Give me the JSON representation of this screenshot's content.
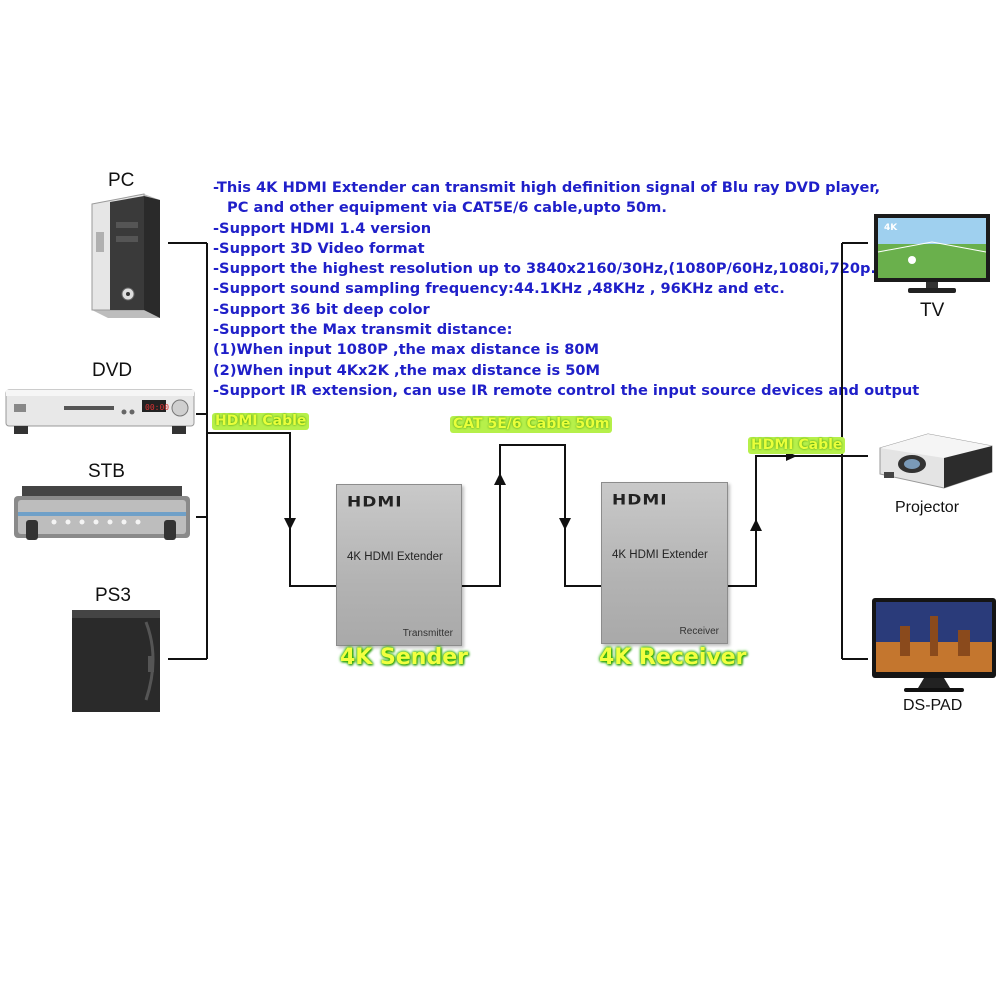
{
  "features": [
    "-This 4K HDMI Extender can transmit high definition signal of Blu ray DVD player,",
    "PC and other equipment via CAT5E/6 cable,upto 50m.",
    "-Support HDMI 1.4 version",
    "-Support 3D Video format",
    "-Support the highest resolution up to 3840x2160/30Hz,(1080P/60Hz,1080i,720p...)",
    "-Support sound sampling frequency:44.1KHz ,48KHz , 96KHz and etc.",
    "-Support 36 bit deep color",
    "-Support the Max transmit distance:",
    "(1)When input 1080P ,the max distance is 80M",
    "(2)When input 4Kx2K ,the max distance is 50M",
    "-Support IR extension, can use IR remote control the input source devices and output"
  ],
  "sources": {
    "pc": "PC",
    "dvd": "DVD",
    "stb": "STB",
    "ps3": "PS3"
  },
  "outputs": {
    "tv": "TV",
    "projector": "Projector",
    "dspad": "DS-PAD"
  },
  "cables": {
    "input": "HDMI Cable",
    "link": "CAT 5E/6 Cable 50m",
    "output": "HDMI Cable"
  },
  "transmitter": {
    "logo": "HDMI",
    "product": "4K HDMI Extender",
    "role": "Transmitter",
    "caption": "4K Sender"
  },
  "receiver": {
    "logo": "HDMI",
    "product": "4K HDMI Extender",
    "role": "Receiver",
    "caption": "4K Receiver"
  },
  "tv_screen_badge": "4K",
  "dvd_display": "00:00",
  "colors": {
    "feature_text": "#1f1fc9",
    "cable_label": "#e9ff3a",
    "cable_glow": "#2fb400",
    "line": "#111111",
    "box": "#b8b8b8"
  },
  "icons": [
    "pc-tower-icon",
    "dvd-player-icon",
    "set-top-box-icon",
    "ps3-console-icon",
    "tv-icon",
    "projector-icon",
    "monitor-icon"
  ]
}
